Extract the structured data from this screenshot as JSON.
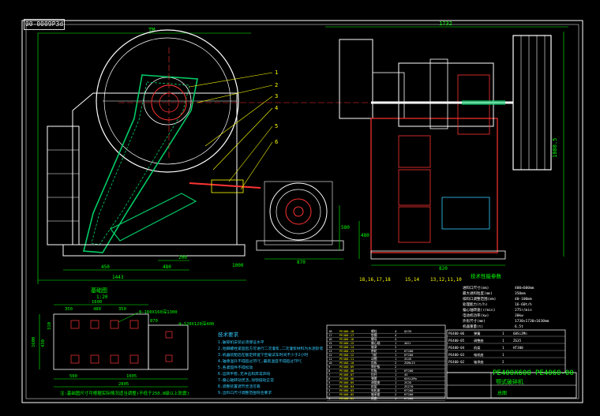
{
  "drawing_code": "00-0009P3d",
  "front_view": {
    "width_dim": "TM",
    "dims": [
      "450",
      "480",
      "200",
      "1443",
      "1000"
    ],
    "part_numbers": [
      "1",
      "2",
      "3",
      "4",
      "5",
      "6"
    ]
  },
  "side_view": {
    "top_dim": "1732",
    "right_dim": "1080.5",
    "side_dims": [
      "580",
      "480"
    ],
    "bottom_dims": [
      "870",
      "820"
    ],
    "bottom_labels": [
      "18,16,17,18",
      "15,14",
      "13,12,11,10"
    ]
  },
  "foundation_plan": {
    "title": "基础图",
    "scale": "1:20",
    "dims_top": [
      "1600",
      "350",
      "480",
      "350"
    ],
    "dims_bottom": [
      "500",
      "1005",
      "2805"
    ],
    "dims_left": [
      "1600",
      "430",
      "310"
    ],
    "dim_mid": "870",
    "callout_1": "8—160X160深1300",
    "callout_2": "4—120X120深400",
    "note": "注:基础图尺寸可根据实际情况适当调整(不低于250,8级以上防震)"
  },
  "tech_notes": {
    "title": "技术要求",
    "lines": [
      "1.破碎机安装必须保证水平",
      "2.地脚螺栓紧固后方可进行二次灌浆,二次灌浆材料为水泥砂浆",
      "3.机器装配后在额定转速下空载试车时间不少于2小时",
      "4.轴承温升不得超过35℃,最高温度不得超过70℃",
      "5.各紧固件不得松动",
      "6.运转平稳,无冲击和异常声响",
      "7.偏心轴转动灵活,动颚摆动正常",
      "8.调整装置调节灵活可靠",
      "9.出料口尺寸调整范围符合要求"
    ]
  },
  "tech_params": {
    "title": "技术性能参数",
    "rows": [
      [
        "进料口尺寸(mm)",
        "400×600mm"
      ],
      [
        "最大进料粒度(mm)",
        "350mm"
      ],
      [
        "排料口调整范围(mm)",
        "40-100mm"
      ],
      [
        "处理能力(t/h)",
        "16-60t/h"
      ],
      [
        "偏心轴转速(r/min)",
        "275r/min"
      ],
      [
        "电动机功率(kw)",
        "30kw"
      ],
      [
        "外形尺寸(mm)",
        "1730×1730×1630mm"
      ],
      [
        "机器重量(t)",
        "6.5t"
      ]
    ]
  },
  "bom": {
    "rows": [
      [
        "18",
        "PE400-18",
        "螺栓",
        "4",
        "Q235",
        ""
      ],
      [
        "17",
        "PE400-17",
        "垫圈",
        "4",
        "",
        ""
      ],
      [
        "16",
        "PE400-16",
        "螺母",
        "4",
        "",
        ""
      ],
      [
        "15",
        "PE400-15",
        "偏心轴",
        "1",
        "40Cr",
        ""
      ],
      [
        "14",
        "PE400-14",
        "轴承",
        "2",
        "",
        ""
      ],
      [
        "13",
        "PE400-13",
        "带轮",
        "1",
        "HT200",
        ""
      ],
      [
        "12",
        "PE400-12",
        "飞轮",
        "1",
        "HT200",
        ""
      ],
      [
        "11",
        "PE400-11",
        "动颚",
        "1",
        "ZG45",
        ""
      ],
      [
        "10",
        "PE400-10",
        "齿板",
        "2",
        "ZGMn13",
        ""
      ],
      [
        "9",
        "PE400-09",
        "侧护板",
        "2",
        "",
        ""
      ],
      [
        "8",
        "PE400-08",
        "肘板",
        "1",
        "HT200",
        ""
      ],
      [
        "7",
        "PE400-07",
        "拉杆",
        "1",
        "45",
        ""
      ],
      [
        "6",
        "PE400-06",
        "弹簧",
        "1",
        "60Si2Mn",
        ""
      ],
      [
        "5",
        "PE400-05",
        "调整座",
        "1",
        "ZG35",
        ""
      ],
      [
        "4",
        "PE400-04",
        "机架",
        "1",
        "ZG270",
        ""
      ],
      [
        "3",
        "PE400-03",
        "电机座",
        "1",
        "HT200",
        ""
      ],
      [
        "2",
        "PE400-02",
        "轴承座",
        "2",
        "HT200",
        ""
      ],
      [
        "1",
        "PE400-01",
        "机座",
        "1",
        "HT200",
        ""
      ]
    ],
    "right_rows": [
      [
        "PE400-06",
        "弹簧",
        "1",
        "60Si2Mn"
      ],
      [
        "PE400-05",
        "调整座",
        "1",
        "ZG35"
      ],
      [
        "PE400-04",
        "机架",
        "1",
        "HT300"
      ],
      [
        "PE400-03",
        "电机座",
        "1",
        ""
      ],
      [
        "PE400-02",
        "轴承座",
        "2",
        ""
      ]
    ]
  },
  "title_block": {
    "product_code": "PE400X600",
    "drawing_number": "PE4060-00",
    "name": "颚式破碎机",
    "sheet_label": "总图"
  },
  "colors": {
    "line": "#ffffff",
    "dim": "#00ff00",
    "center": "#ff3333",
    "hatch": "#00cc66",
    "part": "#ffff00",
    "detail": "#33ccff",
    "accent": "#ff00ff"
  }
}
